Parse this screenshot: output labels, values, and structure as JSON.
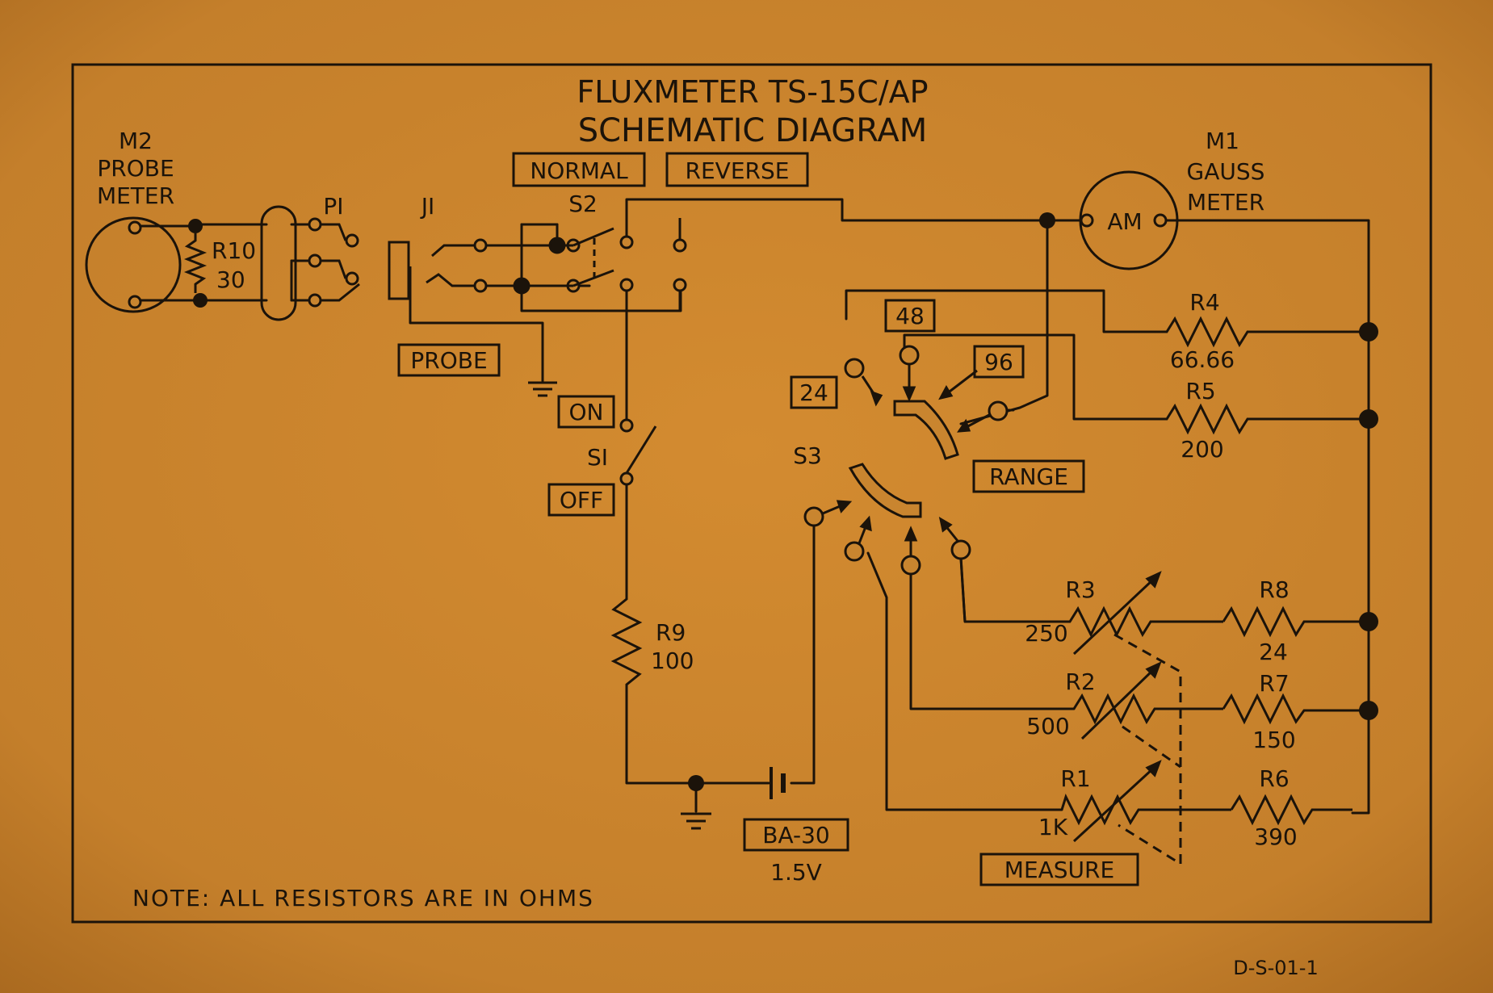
{
  "title": {
    "line1": "FLUXMETER TS-15C/AP",
    "line2": "SCHEMATIC DIAGRAM"
  },
  "note": "NOTE: ALL RESISTORS ARE IN OHMS",
  "doc_number": "D-S-01-1",
  "colors": {
    "panel": "#c9852f",
    "ink": "#1b130a"
  },
  "probe_meter": {
    "ref": "M2",
    "line1": "PROBE",
    "line2": "METER"
  },
  "gauss_meter": {
    "ref": "M1",
    "line1": "GAUSS",
    "line2": "METER",
    "symbol": "AM"
  },
  "connectors": {
    "plug": "PI",
    "jack": "JI"
  },
  "switches": {
    "s1": "SI",
    "s2": "S2",
    "s3": "S3"
  },
  "boxes": {
    "normal": "NORMAL",
    "reverse": "REVERSE",
    "probe": "PROBE",
    "on": "ON",
    "off": "OFF",
    "range": "RANGE",
    "measure": "MEASURE",
    "battery": "BA-30"
  },
  "battery_voltage": "1.5V",
  "range_positions": {
    "p24": "24",
    "p48": "48",
    "p96": "96"
  },
  "resistors": {
    "r1": {
      "ref": "R1",
      "value": "1K"
    },
    "r2": {
      "ref": "R2",
      "value": "500"
    },
    "r3": {
      "ref": "R3",
      "value": "250"
    },
    "r4": {
      "ref": "R4",
      "value": "66.66"
    },
    "r5": {
      "ref": "R5",
      "value": "200"
    },
    "r6": {
      "ref": "R6",
      "value": "390"
    },
    "r7": {
      "ref": "R7",
      "value": "150"
    },
    "r8": {
      "ref": "R8",
      "value": "24"
    },
    "r9": {
      "ref": "R9",
      "value": "100"
    },
    "r10": {
      "ref": "R10",
      "value": "30"
    }
  }
}
